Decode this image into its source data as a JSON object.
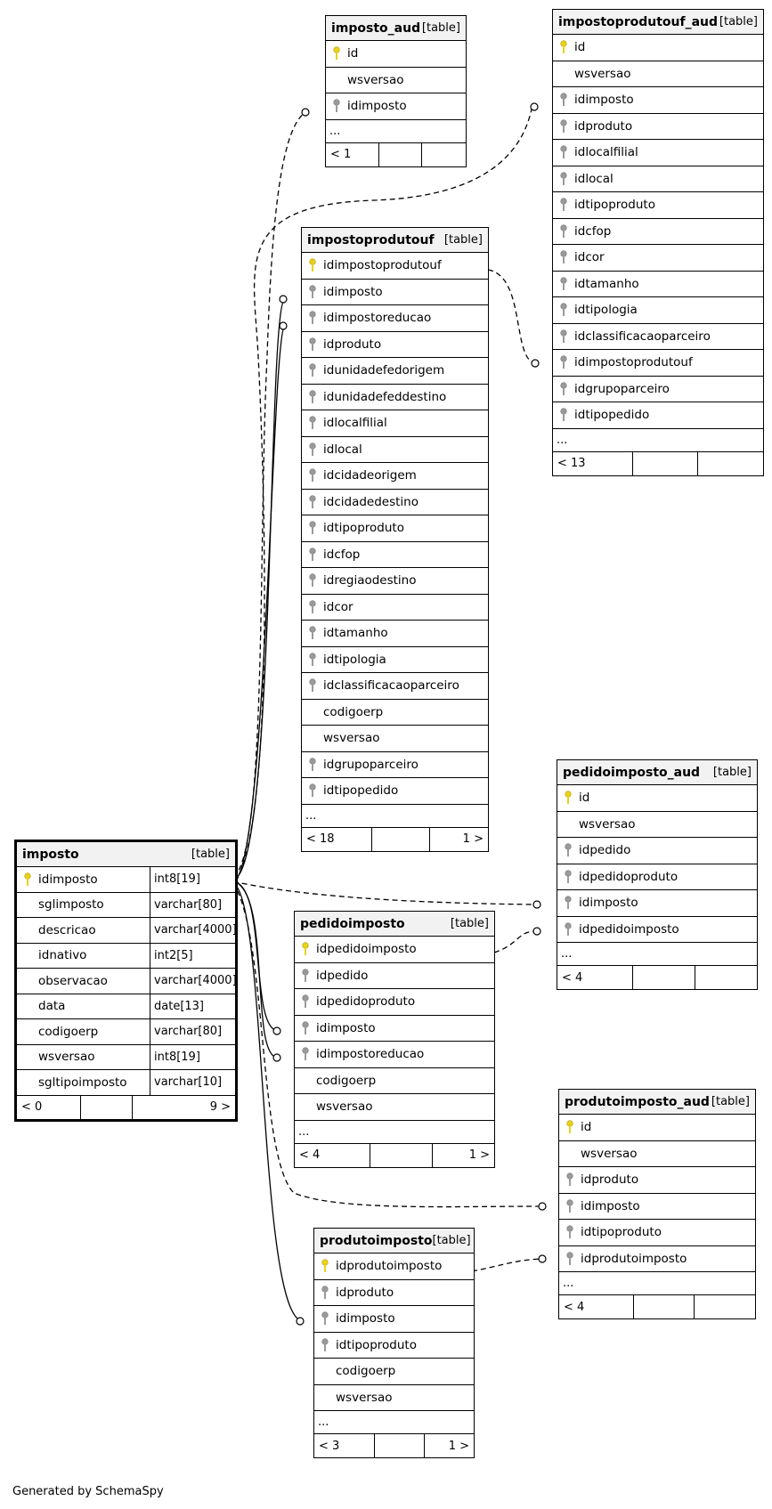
{
  "footer_text": "Generated by SchemaSpy",
  "colors": {
    "primary_key": "#e8d21a",
    "foreign_key": "#9a9a9a",
    "header_bg": "#f2f2f2"
  },
  "tables": {
    "imposto_aud": {
      "name": "imposto_aud",
      "type": "[table]",
      "columns": [
        {
          "name": "id",
          "key": "pk"
        },
        {
          "name": "wsversao",
          "key": ""
        },
        {
          "name": "idimposto",
          "key": "fk"
        }
      ],
      "ellipsis": "...",
      "footer": [
        "< 1",
        "",
        ""
      ]
    },
    "impostoprodutouf_aud": {
      "name": "impostoprodutouf_aud",
      "type": "[table]",
      "columns": [
        {
          "name": "id",
          "key": "pk"
        },
        {
          "name": "wsversao",
          "key": ""
        },
        {
          "name": "idimposto",
          "key": "fk"
        },
        {
          "name": "idproduto",
          "key": "fk"
        },
        {
          "name": "idlocalfilial",
          "key": "fk"
        },
        {
          "name": "idlocal",
          "key": "fk"
        },
        {
          "name": "idtipoproduto",
          "key": "fk"
        },
        {
          "name": "idcfop",
          "key": "fk"
        },
        {
          "name": "idcor",
          "key": "fk"
        },
        {
          "name": "idtamanho",
          "key": "fk"
        },
        {
          "name": "idtipologia",
          "key": "fk"
        },
        {
          "name": "idclassificacaoparceiro",
          "key": "fk"
        },
        {
          "name": "idimpostoprodutouf",
          "key": "fk"
        },
        {
          "name": "idgrupoparceiro",
          "key": "fk"
        },
        {
          "name": "idtipopedido",
          "key": "fk"
        }
      ],
      "ellipsis": "...",
      "footer": [
        "< 13",
        "",
        ""
      ]
    },
    "impostoprodutouf": {
      "name": "impostoprodutouf",
      "type": "[table]",
      "columns": [
        {
          "name": "idimpostoprodutouf",
          "key": "pk"
        },
        {
          "name": "idimposto",
          "key": "fk"
        },
        {
          "name": "idimpostoreducao",
          "key": "fk"
        },
        {
          "name": "idproduto",
          "key": "fk"
        },
        {
          "name": "idunidadefedorigem",
          "key": "fk"
        },
        {
          "name": "idunidadefeddestino",
          "key": "fk"
        },
        {
          "name": "idlocalfilial",
          "key": "fk"
        },
        {
          "name": "idlocal",
          "key": "fk"
        },
        {
          "name": "idcidadeorigem",
          "key": "fk"
        },
        {
          "name": "idcidadedestino",
          "key": "fk"
        },
        {
          "name": "idtipoproduto",
          "key": "fk"
        },
        {
          "name": "idcfop",
          "key": "fk"
        },
        {
          "name": "idregiaodestino",
          "key": "fk"
        },
        {
          "name": "idcor",
          "key": "fk"
        },
        {
          "name": "idtamanho",
          "key": "fk"
        },
        {
          "name": "idtipologia",
          "key": "fk"
        },
        {
          "name": "idclassificacaoparceiro",
          "key": "fk"
        },
        {
          "name": "codigoerp",
          "key": ""
        },
        {
          "name": "wsversao",
          "key": ""
        },
        {
          "name": "idgrupoparceiro",
          "key": "fk"
        },
        {
          "name": "idtipopedido",
          "key": "fk"
        }
      ],
      "ellipsis": "...",
      "footer": [
        "< 18",
        "",
        "1 >"
      ]
    },
    "imposto": {
      "name": "imposto",
      "type": "[table]",
      "columns": [
        {
          "name": "idimposto",
          "type": "int8[19]",
          "key": "pk"
        },
        {
          "name": "sglimposto",
          "type": "varchar[80]",
          "key": ""
        },
        {
          "name": "descricao",
          "type": "varchar[4000]",
          "key": ""
        },
        {
          "name": "idnativo",
          "type": "int2[5]",
          "key": ""
        },
        {
          "name": "observacao",
          "type": "varchar[4000]",
          "key": ""
        },
        {
          "name": "data",
          "type": "date[13]",
          "key": ""
        },
        {
          "name": "codigoerp",
          "type": "varchar[80]",
          "key": ""
        },
        {
          "name": "wsversao",
          "type": "int8[19]",
          "key": ""
        },
        {
          "name": "sgltipoimposto",
          "type": "varchar[10]",
          "key": ""
        }
      ],
      "footer": [
        "< 0",
        "",
        "9 >"
      ]
    },
    "pedidoimposto_aud": {
      "name": "pedidoimposto_aud",
      "type": "[table]",
      "columns": [
        {
          "name": "id",
          "key": "pk"
        },
        {
          "name": "wsversao",
          "key": ""
        },
        {
          "name": "idpedido",
          "key": "fk"
        },
        {
          "name": "idpedidoproduto",
          "key": "fk"
        },
        {
          "name": "idimposto",
          "key": "fk"
        },
        {
          "name": "idpedidoimposto",
          "key": "fk"
        }
      ],
      "ellipsis": "...",
      "footer": [
        "< 4",
        "",
        ""
      ]
    },
    "pedidoimposto": {
      "name": "pedidoimposto",
      "type": "[table]",
      "columns": [
        {
          "name": "idpedidoimposto",
          "key": "pk"
        },
        {
          "name": "idpedido",
          "key": "fk"
        },
        {
          "name": "idpedidoproduto",
          "key": "fk"
        },
        {
          "name": "idimposto",
          "key": "fk"
        },
        {
          "name": "idimpostoreducao",
          "key": "fk"
        },
        {
          "name": "codigoerp",
          "key": ""
        },
        {
          "name": "wsversao",
          "key": ""
        }
      ],
      "ellipsis": "...",
      "footer": [
        "< 4",
        "",
        "1 >"
      ]
    },
    "produtoimposto_aud": {
      "name": "produtoimposto_aud",
      "type": "[table]",
      "columns": [
        {
          "name": "id",
          "key": "pk"
        },
        {
          "name": "wsversao",
          "key": ""
        },
        {
          "name": "idproduto",
          "key": "fk"
        },
        {
          "name": "idimposto",
          "key": "fk"
        },
        {
          "name": "idtipoproduto",
          "key": "fk"
        },
        {
          "name": "idprodutoimposto",
          "key": "fk"
        }
      ],
      "ellipsis": "...",
      "footer": [
        "< 4",
        "",
        ""
      ]
    },
    "produtoimposto": {
      "name": "produtoimposto",
      "type": "[table]",
      "columns": [
        {
          "name": "idprodutoimposto",
          "key": "pk"
        },
        {
          "name": "idproduto",
          "key": "fk"
        },
        {
          "name": "idimposto",
          "key": "fk"
        },
        {
          "name": "idtipoproduto",
          "key": "fk"
        },
        {
          "name": "codigoerp",
          "key": ""
        },
        {
          "name": "wsversao",
          "key": ""
        }
      ],
      "ellipsis": "...",
      "footer": [
        "< 3",
        "",
        "1 >"
      ]
    }
  }
}
